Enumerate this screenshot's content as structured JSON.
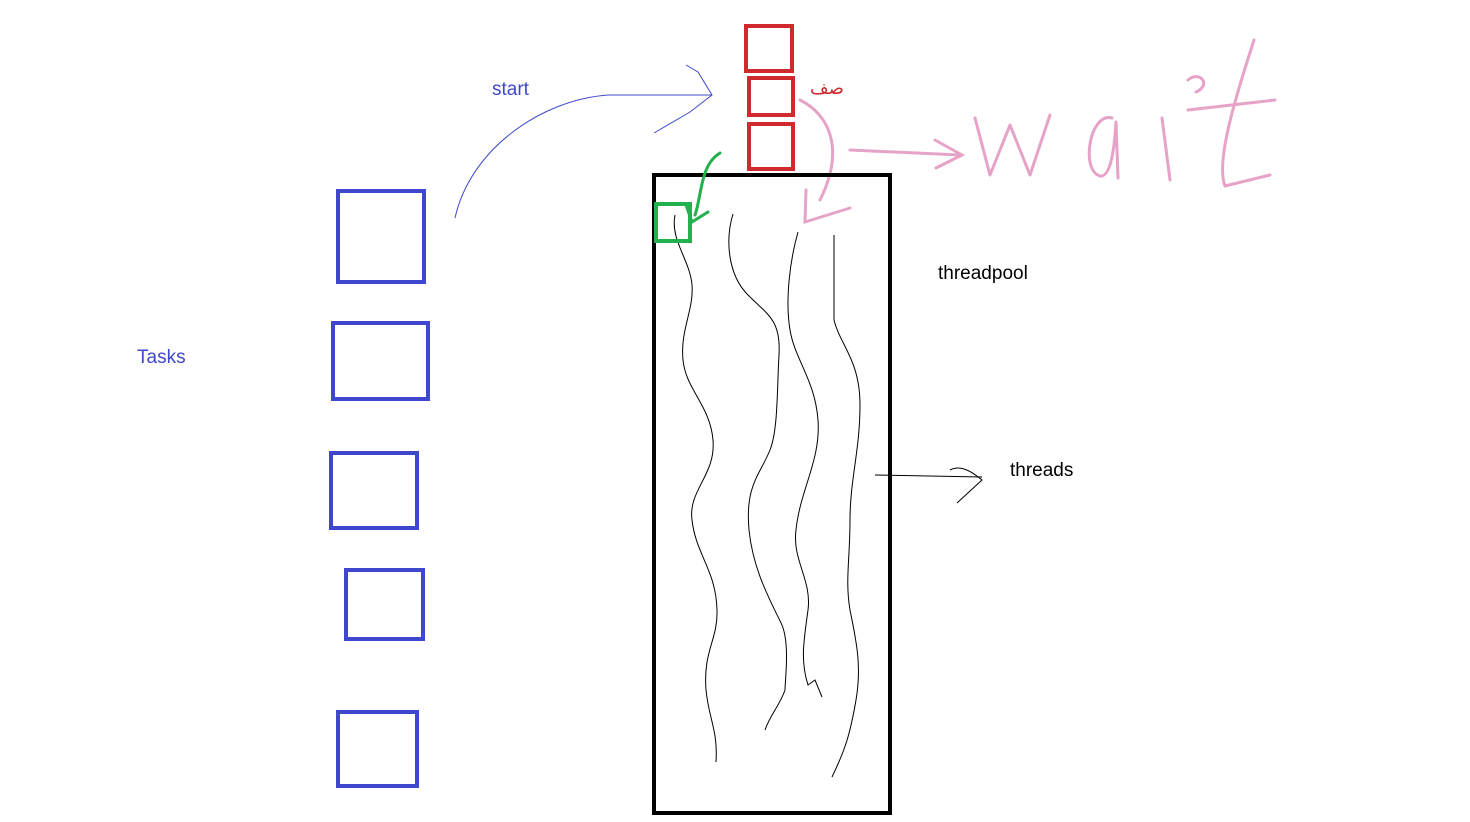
{
  "labels": {
    "tasks": "Tasks",
    "start": "start",
    "queue": "صف",
    "threadpool": "threadpool",
    "threads": "threads",
    "wait": "wait"
  },
  "colors": {
    "task_blue": "#3f48cc",
    "label_blue": "#3f48cc",
    "queue_red": "#d02a2f",
    "wait_pink": "#e6a3c7",
    "active_green": "#22b14c",
    "pool_black": "#000000",
    "thread_line": "#000000"
  },
  "counts": {
    "tasks": 5,
    "queue_items": 3,
    "threads": 4,
    "running_tasks_in_pool": 1
  }
}
